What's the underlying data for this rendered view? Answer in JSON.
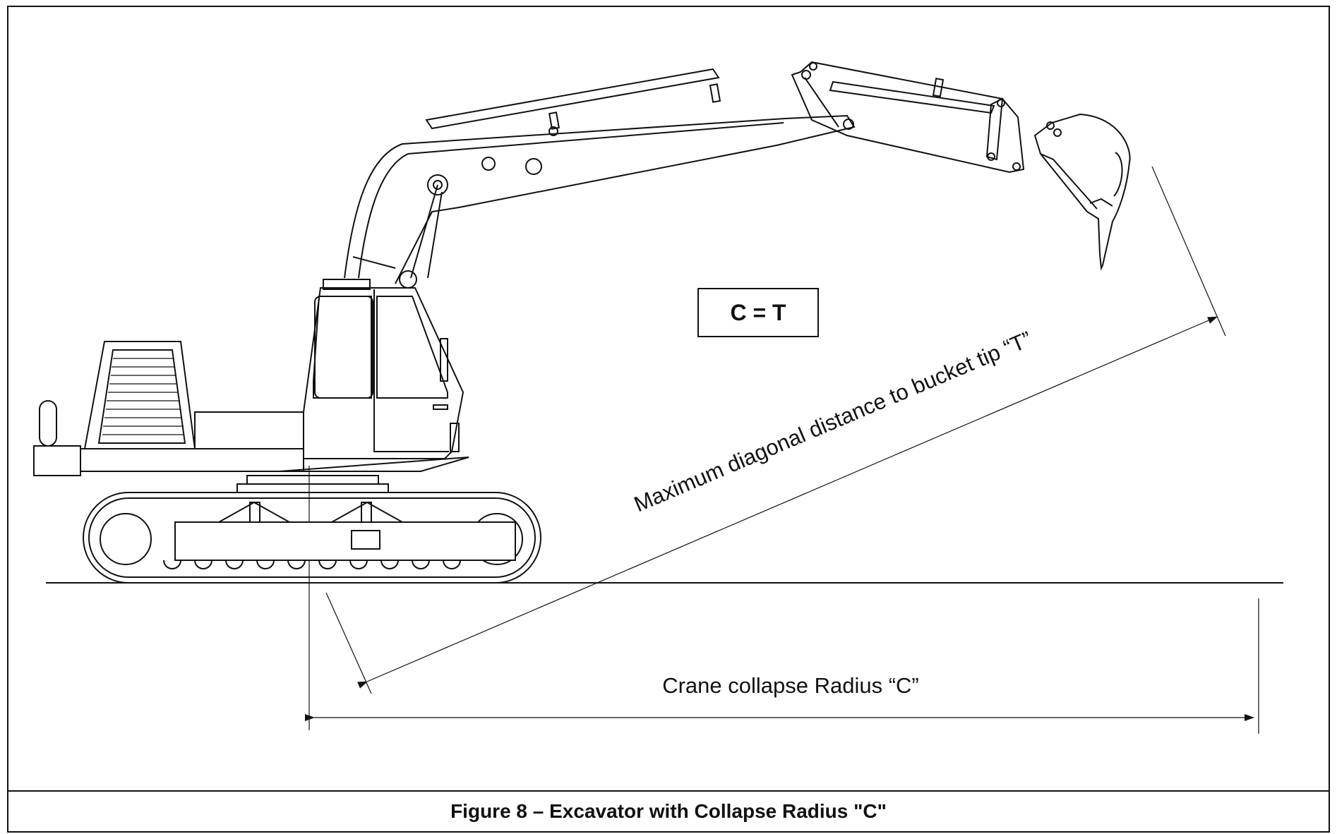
{
  "diagram": {
    "equation_label": "C = T",
    "diagonal_label": "Maximum diagonal distance to bucket tip “T”",
    "radius_label": "Crane collapse Radius “C”"
  },
  "caption": "Figure 8 – Excavator with Collapse Radius \"C\""
}
